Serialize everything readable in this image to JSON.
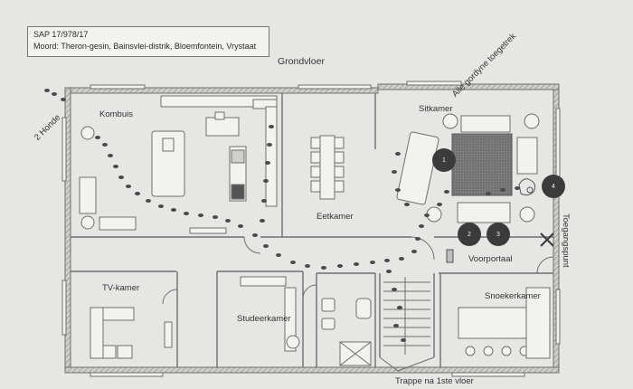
{
  "case_header": {
    "case_number": "SAP 17/978/17",
    "incident": "Moord: Theron-gesin, Bainsvlei-distrik, Bloemfontein, Vrystaat"
  },
  "floor_title": "Grondvloer",
  "rooms": {
    "kombuis": "Kombuis",
    "sitkamer": "Sitkamer",
    "eetkamer": "Eetkamer",
    "tv_kamer": "TV-kamer",
    "studeerkamer": "Studeerkamer",
    "voorportaal": "Voorportaal",
    "snoekerkamer": "Snoekerkamer"
  },
  "annotations": {
    "dogs": "2 Honde",
    "curtains": "Alle gordyne toegetrek",
    "entry": "Toegangspunt",
    "stairs": "Trappe na 1ste vloer"
  },
  "markers": [
    "1",
    "2",
    "3",
    "4"
  ],
  "colors": {
    "background": "#e6e7e4",
    "wall": "#6e6e6e",
    "marker": "#3b3b3b",
    "carpet": "#8a8a8a"
  }
}
